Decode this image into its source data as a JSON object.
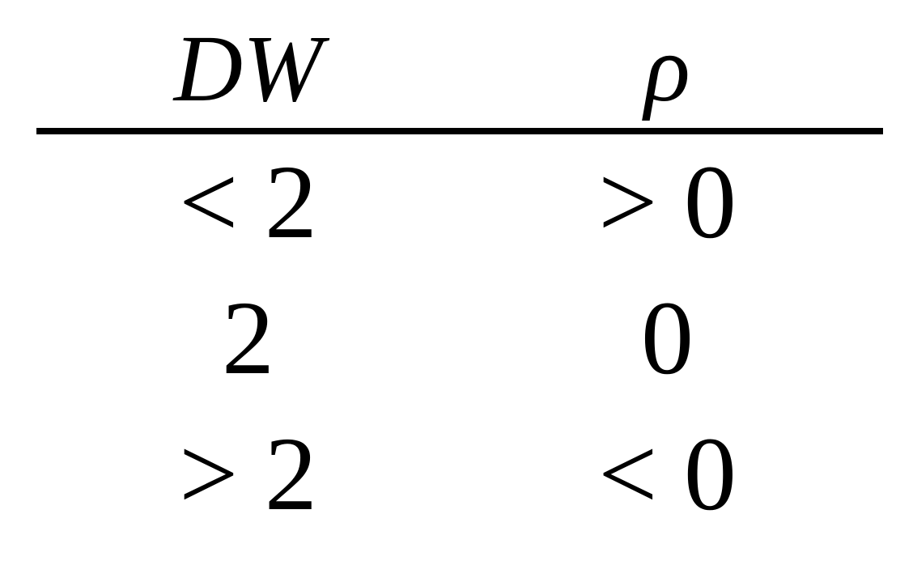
{
  "table": {
    "headers": [
      {
        "id": "dw",
        "label": "DW"
      },
      {
        "id": "rho",
        "label": "ρ"
      }
    ],
    "rows": [
      [
        "< 2",
        "> 0"
      ],
      [
        "2",
        "0"
      ],
      [
        "> 2",
        "< 0"
      ]
    ]
  },
  "colors": {
    "text": "#000000",
    "background": "#ffffff",
    "rule": "#000000"
  }
}
